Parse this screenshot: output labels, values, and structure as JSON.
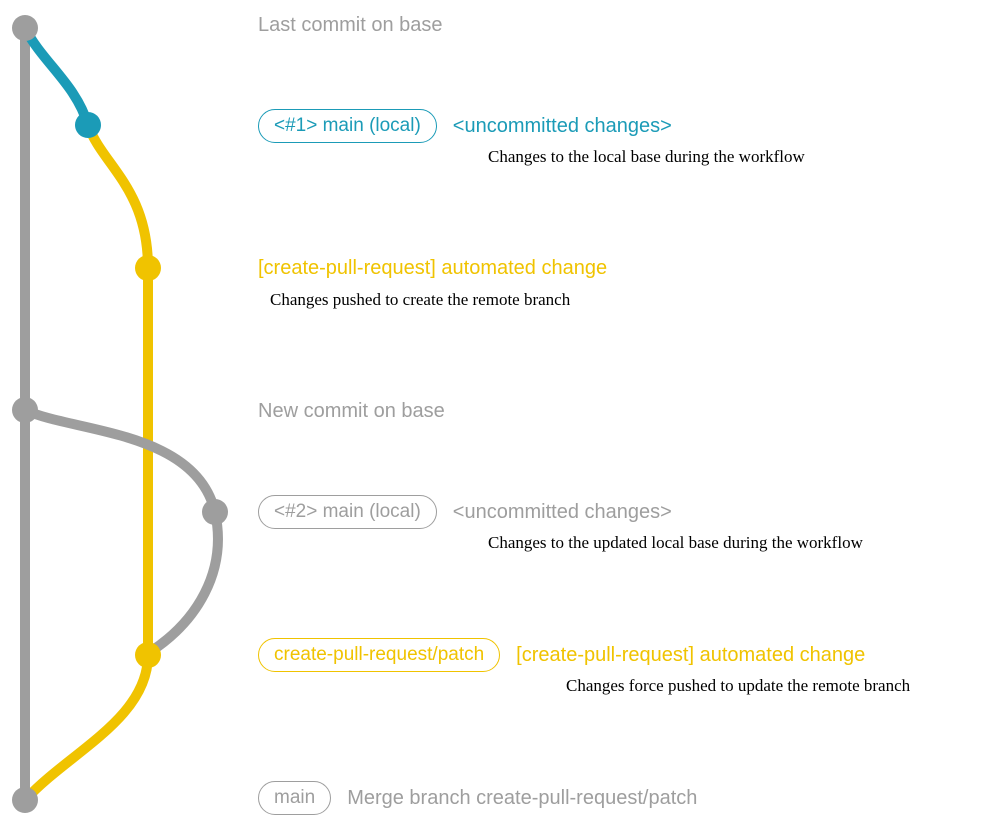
{
  "colors": {
    "gray": "#9e9e9e",
    "teal": "#1b9bb7",
    "yellow": "#f0c300",
    "desc": "#000000"
  },
  "annotations": {
    "last_commit": "Last commit on base",
    "new_commit": "New commit on base"
  },
  "row1": {
    "badge": "<#1> main (local)",
    "title": "<uncommitted changes>",
    "desc": "Changes to the local base during the workflow"
  },
  "row2": {
    "title": "[create-pull-request] automated change",
    "desc": "Changes pushed to create the remote branch"
  },
  "row3": {
    "badge": "<#2> main (local)",
    "title": "<uncommitted changes>",
    "desc": "Changes to the updated local base during the workflow"
  },
  "row4": {
    "badge": "create-pull-request/patch",
    "title": "[create-pull-request] automated change",
    "desc": "Changes force pushed to update the remote branch"
  },
  "merge_row": {
    "badge": "main",
    "label": "Merge branch create-pull-request/patch"
  }
}
